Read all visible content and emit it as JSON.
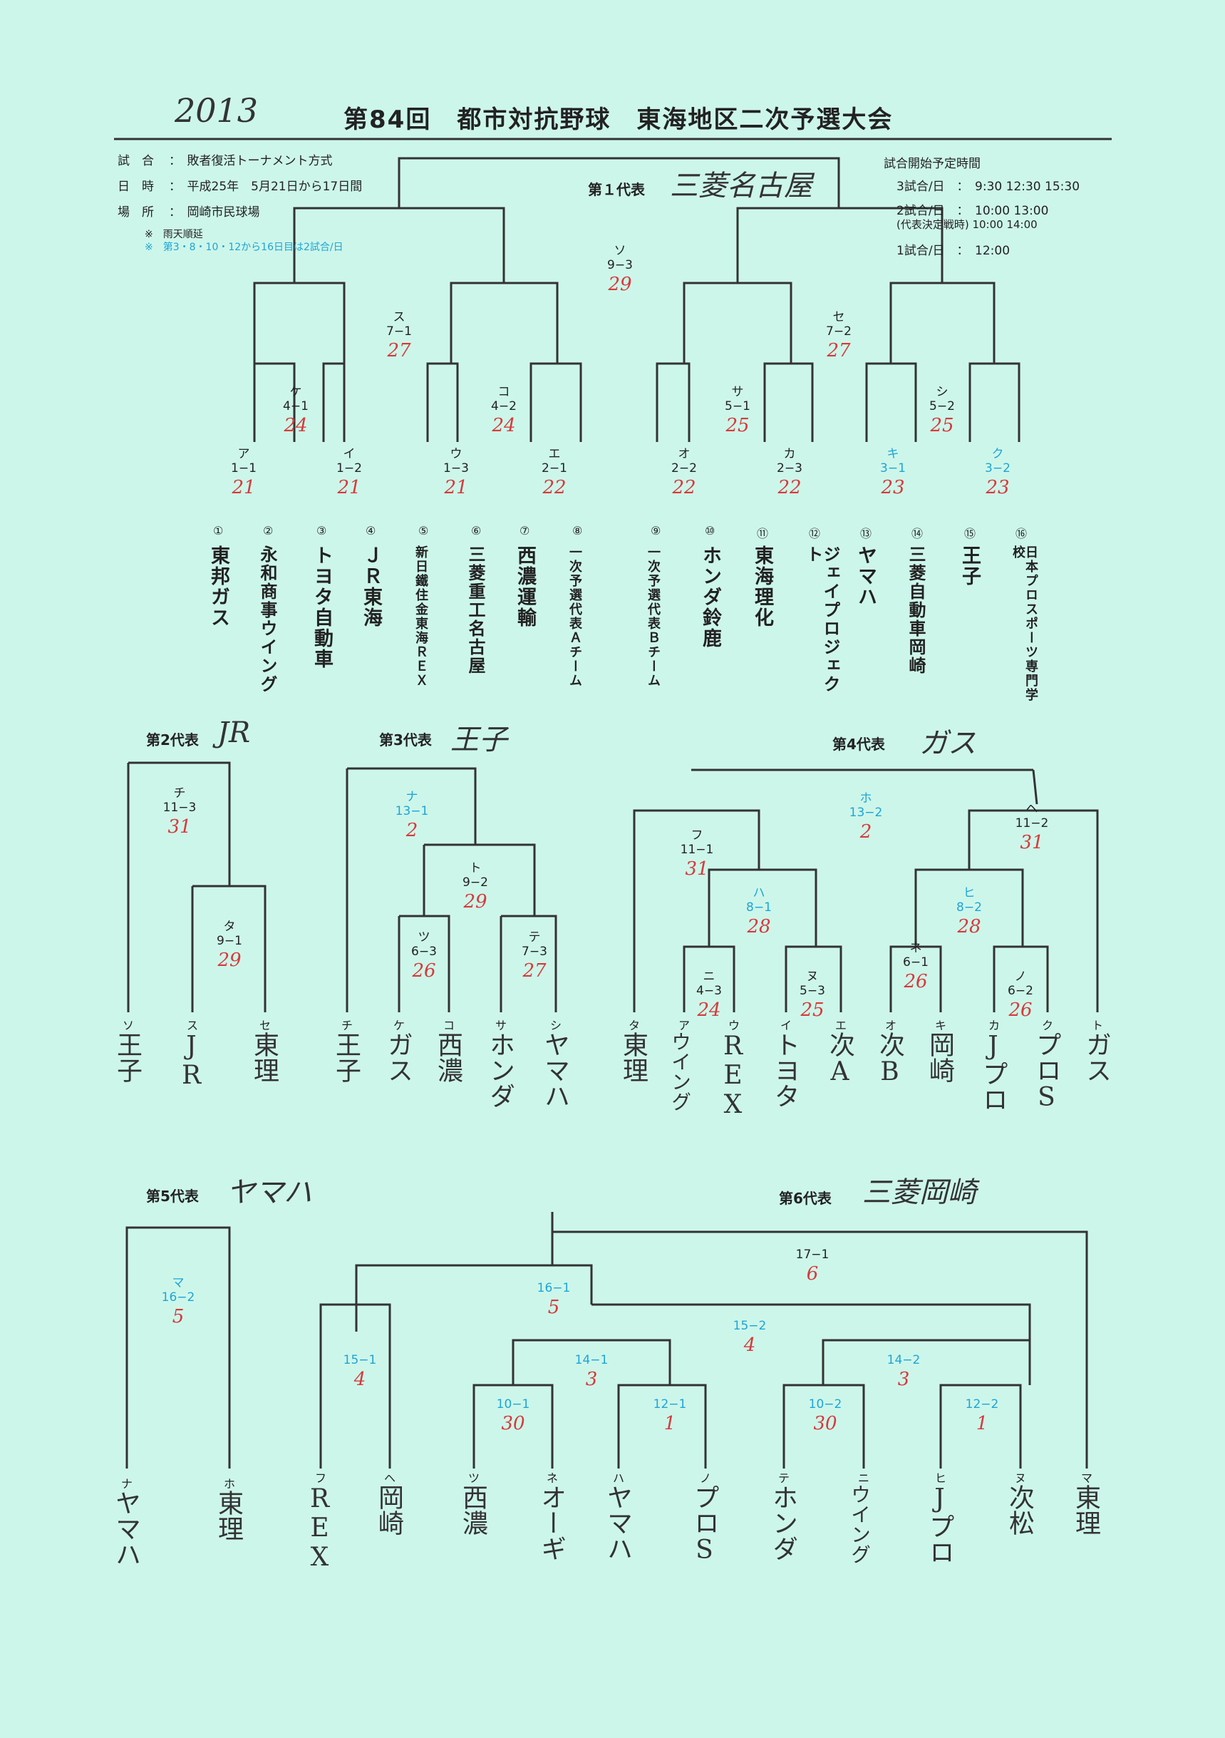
{
  "header": {
    "year_handwritten": "2013",
    "title": "第84回　都市対抗野球　東海地区二次予選大会"
  },
  "info": {
    "format_label": "試　合",
    "format_value": "：　敗者復活トーナメント方式",
    "date_label": "日　時",
    "date_value": "：　平成25年　5月21日から17日間",
    "venue_label": "場　所",
    "venue_value": "：　岡崎市民球場",
    "note1": "※　雨天順延",
    "note2": "※　第3・8・10・12から16日目は2試合/日"
  },
  "schedule": {
    "title": "試合開始予定時間",
    "line1": "3試合/日　：　9:30  12:30  15:30",
    "line2": "2試合/日　：　10:00  13:00",
    "line3": "(代表決定戦時) 10:00  14:00",
    "line4": "1試合/日　：　12:00"
  },
  "section1": {
    "rep_label": "第１代表",
    "rep_name": "三菱名古屋",
    "games": {
      "so": {
        "g": "ソ",
        "s": "9−3",
        "d": "29"
      },
      "su": {
        "g": "ス",
        "s": "7−1",
        "d": "27"
      },
      "se": {
        "g": "セ",
        "s": "7−2",
        "d": "27"
      },
      "ke": {
        "g": "ケ",
        "s": "4−1",
        "d": "24"
      },
      "ko": {
        "g": "コ",
        "s": "4−2",
        "d": "24"
      },
      "sa": {
        "g": "サ",
        "s": "5−1",
        "d": "25"
      },
      "shi": {
        "g": "シ",
        "s": "5−2",
        "d": "25"
      },
      "a": {
        "g": "ア",
        "s": "1−1",
        "d": "21"
      },
      "i": {
        "g": "イ",
        "s": "1−2",
        "d": "21"
      },
      "u": {
        "g": "ウ",
        "s": "1−3",
        "d": "21"
      },
      "e": {
        "g": "エ",
        "s": "2−1",
        "d": "22"
      },
      "o": {
        "g": "オ",
        "s": "2−2",
        "d": "22"
      },
      "ka": {
        "g": "カ",
        "s": "2−3",
        "d": "22"
      },
      "ki": {
        "g": "キ",
        "s": "3−1",
        "d": "23"
      },
      "ku": {
        "g": "ク",
        "s": "3−2",
        "d": "23"
      }
    },
    "teams": [
      {
        "n": "①",
        "name": "東邦ガス"
      },
      {
        "n": "②",
        "name": "永和商事ウイング"
      },
      {
        "n": "③",
        "name": "トヨタ自動車"
      },
      {
        "n": "④",
        "name": "ＪＲ東海"
      },
      {
        "n": "⑤",
        "name": "新日鐵住金東海ＲＥＸ"
      },
      {
        "n": "⑥",
        "name": "三菱重工名古屋"
      },
      {
        "n": "⑦",
        "name": "西濃運輸"
      },
      {
        "n": "⑧",
        "name": "一次予選代表Ａチーム"
      },
      {
        "n": "⑨",
        "name": "一次予選代表Ｂチーム"
      },
      {
        "n": "⑩",
        "name": "ホンダ鈴鹿"
      },
      {
        "n": "⑪",
        "name": "東海理化"
      },
      {
        "n": "⑫",
        "name": "ジェイプロジェクト"
      },
      {
        "n": "⑬",
        "name": "ヤマハ"
      },
      {
        "n": "⑭",
        "name": "三菱自動車岡崎"
      },
      {
        "n": "⑮",
        "name": "王子"
      },
      {
        "n": "⑯",
        "name": "日本プロスポーツ専門学校"
      }
    ]
  },
  "section2": {
    "rep_label": "第2代表",
    "rep_name": "JR",
    "games": {
      "chi": {
        "g": "チ",
        "s": "11−3",
        "d": "31"
      },
      "ta": {
        "g": "タ",
        "s": "9−1",
        "d": "29"
      }
    },
    "slots": [
      {
        "k": "ソ",
        "hw": "王子"
      },
      {
        "k": "ス",
        "hw": "JR"
      },
      {
        "k": "セ",
        "hw": "東理"
      }
    ]
  },
  "section3": {
    "rep_label": "第3代表",
    "rep_name": "王子",
    "games": {
      "na": {
        "g": "ナ",
        "s": "13−1",
        "d": "2"
      },
      "to": {
        "g": "ト",
        "s": "9−2",
        "d": "29"
      },
      "tsu": {
        "g": "ツ",
        "s": "6−3",
        "d": "26"
      },
      "te": {
        "g": "テ",
        "s": "7−3",
        "d": "27"
      }
    },
    "slots": [
      {
        "k": "チ",
        "hw": "王子"
      },
      {
        "k": "ケ",
        "hw": "ガス"
      },
      {
        "k": "コ",
        "hw": "西濃"
      },
      {
        "k": "サ",
        "hw": "ホンダ"
      },
      {
        "k": "シ",
        "hw": "ヤマハ"
      }
    ]
  },
  "section4": {
    "rep_label": "第4代表",
    "rep_name": "ガス",
    "games": {
      "ho": {
        "g": "ホ",
        "s": "13−2",
        "d": "2"
      },
      "fu": {
        "g": "フ",
        "s": "11−1",
        "d": "31"
      },
      "he": {
        "g": "ヘ",
        "s": "11−2",
        "d": "31"
      },
      "ha": {
        "g": "ハ",
        "s": "8−1",
        "d": "28"
      },
      "hi": {
        "g": "ヒ",
        "s": "8−2",
        "d": "28"
      },
      "ni": {
        "g": "ニ",
        "s": "4−3",
        "d": "24"
      },
      "nu": {
        "g": "ヌ",
        "s": "5−3",
        "d": "25"
      },
      "ne": {
        "g": "ネ",
        "s": "6−1",
        "d": "26"
      },
      "no": {
        "g": "ノ",
        "s": "6−2",
        "d": "26"
      }
    },
    "slots": [
      {
        "k": "タ",
        "hw": "東理"
      },
      {
        "k": "ア",
        "hw": "ウイング"
      },
      {
        "k": "ウ",
        "hw": "REX"
      },
      {
        "k": "イ",
        "hw": "トヨタ"
      },
      {
        "k": "エ",
        "hw": "次A"
      },
      {
        "k": "オ",
        "hw": "次B"
      },
      {
        "k": "キ",
        "hw": "岡崎"
      },
      {
        "k": "カ",
        "hw": "Jプロ"
      },
      {
        "k": "ク",
        "hw": "プロS"
      },
      {
        "k": "ト",
        "hw": "ガス"
      }
    ]
  },
  "section5": {
    "rep_label": "第5代表",
    "rep_name": "ヤマハ",
    "games": {
      "ma": {
        "g": "マ",
        "s": "16−2",
        "d": "5"
      }
    },
    "slots": [
      {
        "k": "ナ",
        "hw": "ヤマハ"
      },
      {
        "k": "ホ",
        "hw": "東理"
      }
    ]
  },
  "section6": {
    "rep_label": "第6代表",
    "rep_name": "三菱岡崎",
    "games": {
      "final": {
        "g": "",
        "s": "17−1",
        "d": "6"
      },
      "g161": {
        "g": "",
        "s": "16−1",
        "d": "5"
      },
      "g152": {
        "g": "",
        "s": "15−2",
        "d": "4"
      },
      "g151": {
        "g": "",
        "s": "15−1",
        "d": "4"
      },
      "g141": {
        "g": "",
        "s": "14−1",
        "d": "3"
      },
      "g142": {
        "g": "",
        "s": "14−2",
        "d": "3"
      },
      "g101": {
        "g": "",
        "s": "10−1",
        "d": "30"
      },
      "g121": {
        "g": "",
        "s": "12−1",
        "d": "1"
      },
      "g102": {
        "g": "",
        "s": "10−2",
        "d": "30"
      },
      "g122": {
        "g": "",
        "s": "12−2",
        "d": "1"
      }
    },
    "slots": [
      {
        "k": "フ",
        "hw": "REX"
      },
      {
        "k": "ヘ",
        "hw": "岡崎"
      },
      {
        "k": "ツ",
        "hw": "西濃"
      },
      {
        "k": "ネ",
        "hw": "オーギ"
      },
      {
        "k": "ハ",
        "hw": "ヤマハ"
      },
      {
        "k": "ノ",
        "hw": "プロS"
      },
      {
        "k": "テ",
        "hw": "ホンダ"
      },
      {
        "k": "ニ",
        "hw": "ウイング"
      },
      {
        "k": "ヒ",
        "hw": "Jプロ"
      },
      {
        "k": "ヌ",
        "hw": "次松"
      },
      {
        "k": "マ",
        "hw": "東理"
      }
    ]
  },
  "colors": {
    "background": "#cdf6ea",
    "line": "#333333",
    "handwriting_red": "#d63a3a",
    "accent_blue": "#1ea5d6"
  }
}
